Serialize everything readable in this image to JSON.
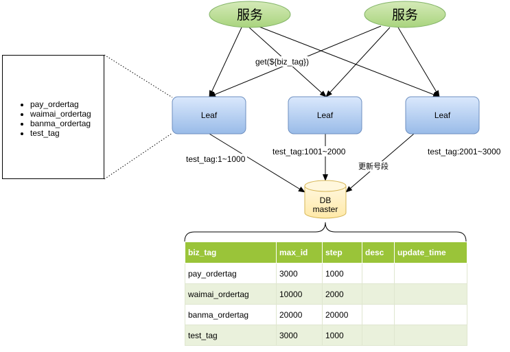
{
  "services": [
    {
      "label": "服务"
    },
    {
      "label": "服务"
    }
  ],
  "leaves": [
    {
      "label": "Leaf"
    },
    {
      "label": "Leaf"
    },
    {
      "label": "Leaf"
    }
  ],
  "request_label": "get(${biz_tag})",
  "segment_labels": [
    "test_tag:1~1000",
    "test_tag:1001~2000",
    "test_tag:2001~3000"
  ],
  "update_label": "更新号段",
  "db": {
    "line1": "DB",
    "line2": "master"
  },
  "tag_list": [
    "pay_ordertag",
    "waimai_ordertag",
    "banma_ordertag",
    "test_tag"
  ],
  "table": {
    "headers": [
      "biz_tag",
      "max_id",
      "step",
      "desc",
      "update_time"
    ],
    "rows": [
      [
        "pay_ordertag",
        "3000",
        "1000",
        "",
        ""
      ],
      [
        "waimai_ordertag",
        "10000",
        "2000",
        "",
        ""
      ],
      [
        "banma_ordertag",
        "20000",
        "20000",
        "",
        ""
      ],
      [
        "test_tag",
        "3000",
        "1000",
        "",
        ""
      ]
    ]
  },
  "colors": {
    "service_fill": "#b9de8f",
    "service_stroke": "#82b366",
    "leaf_fill": "#c4d9f3",
    "leaf_stroke": "#6c8ebf",
    "db_fill": "#fff2cc",
    "db_stroke": "#d6b656",
    "table_header": "#9ac439",
    "table_alt_row": "#eaf1dc"
  }
}
